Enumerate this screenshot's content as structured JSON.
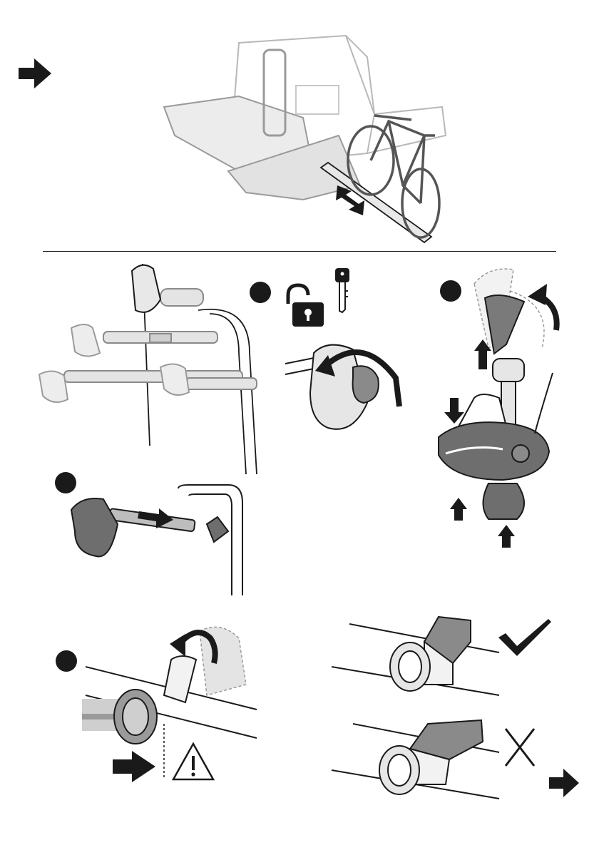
{
  "document": {
    "type": "assembly-instructions",
    "sections": [
      {
        "id": "overview",
        "icons": [
          "arrow-right-icon"
        ]
      },
      {
        "id": "arm-mount",
        "steps": 2
      },
      {
        "id": "unlock",
        "icons": [
          "unlock-icon",
          "key-icon"
        ]
      },
      {
        "id": "frame-holder-release"
      },
      {
        "id": "clamp-position",
        "icons": [
          "warning-icon",
          "check-icon",
          "cross-icon"
        ]
      }
    ],
    "colors": {
      "ink": "#1a1a1a",
      "grey": "#8a8a8a",
      "light": "#d8d8d8",
      "mid": "#6e6e6e"
    }
  }
}
